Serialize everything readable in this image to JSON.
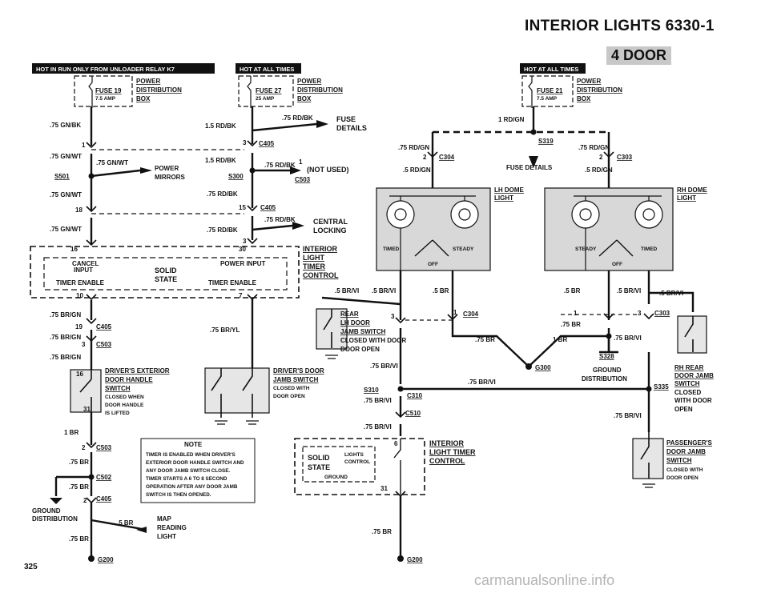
{
  "header": {
    "title": "INTERIOR LIGHTS 6330-1",
    "door": "4 DOOR",
    "page_number": "325",
    "watermark": "carmanualsonline.info"
  },
  "banners": [
    "HOT IN RUN ONLY FROM UNLOADER RELAY K7",
    "HOT AT ALL TIMES",
    "HOT AT ALL TIMES"
  ],
  "fuse_boxes": [
    {
      "fuse": "FUSE 19",
      "amp": "7.5 AMP",
      "l1": "POWER",
      "l2": "DISTRIBUTION",
      "l3": "BOX"
    },
    {
      "fuse": "FUSE 27",
      "amp": "25 AMP",
      "l1": "POWER",
      "l2": "DISTRIBUTION",
      "l3": "BOX"
    },
    {
      "fuse": "FUSE 21",
      "amp": "7.5 AMP",
      "l1": "POWER",
      "l2": "DISTRIBUTION",
      "l3": "BOX"
    }
  ],
  "wires": {
    "gn_bk": ".75 GN/BK",
    "gn_wt": ".75 GN/WT",
    "rd_bk15": "1.5 RD/BK",
    "rd_bk75": ".75 RD/BK",
    "rd_gn75": ".75 RD/GN",
    "rd_gn1": "1 RD/GN",
    "rd_gn5": ".5 RD/GN",
    "br_gn": ".75 BR/GN",
    "br_yl": ".75 BR/YL",
    "br_vi5": ".5 BR/VI",
    "br_vi75": ".75 BR/VI",
    "br5": ".5 BR",
    "br75": ".75 BR",
    "br1": "1 BR"
  },
  "connectors": {
    "c405": "C405",
    "c503": "C503",
    "c502": "C502",
    "c304": "C304",
    "c303": "C303",
    "s501": "S501",
    "s300": "S300",
    "s319": "S319",
    "s310": "S310",
    "s335": "S335",
    "s328": "S328",
    "g200": "G200",
    "g300": "G300",
    "c310": "C310",
    "c510": "C510"
  },
  "pins": {
    "p1": "1",
    "p2": "2",
    "p3": "3",
    "p15": "15",
    "p18": "18",
    "p19": "19",
    "p16": "16",
    "p31": "31",
    "p30": "30",
    "p7": "7",
    "p10": "10",
    "p6": "6"
  },
  "labels": {
    "fuse_details": "FUSE",
    "fuse_details2": "DETAILS",
    "fuse_details_full": "FUSE DETAILS",
    "power_mirrors1": "POWER",
    "power_mirrors2": "MIRRORS",
    "not_used": "(NOT USED)",
    "central1": "CENTRAL",
    "central2": "LOCKING",
    "timer1": "INTERIOR",
    "timer2": "LIGHT",
    "timer3": "TIMER",
    "timer4": "CONTROL",
    "cancel_input": "CANCEL",
    "cancel_input2": "INPUT",
    "power_input": "POWER INPUT",
    "solid": "SOLID",
    "state": "STATE",
    "timer_enable": "TIMER ENABLE",
    "rear_jamb": [
      "REAR",
      "LH DOOR",
      "JAMB SWITCH",
      "CLOSED WITH DOOR",
      "DOOR OPEN"
    ],
    "lh_dome": [
      "LH DOME",
      "LIGHT"
    ],
    "rh_dome": [
      "RH DOME",
      "LIGHT"
    ],
    "timed": "TIMED",
    "steady": "STEADY",
    "off": "OFF",
    "drv_ext": [
      "DRIVER'S EXTERIOR",
      "DOOR HANDLE",
      "SWITCH",
      "CLOSED WHEN",
      "DOOR HANDLE",
      "IS LIFTED"
    ],
    "drv_jamb": [
      "DRIVER'S DOOR",
      "JAMB SWITCH",
      "CLOSED WITH",
      "DOOR OPEN"
    ],
    "rh_rear": [
      "RH REAR",
      "DOOR JAMB",
      "SWITCH",
      "CLOSED",
      "WITH DOOR",
      "OPEN"
    ],
    "pass": [
      "PASSENGER'S",
      "DOOR JAMB",
      "SWITCH",
      "CLOSED WITH",
      "DOOR OPEN"
    ],
    "ground_dist": [
      "GROUND",
      "DISTRIBUTION"
    ],
    "map": [
      "MAP",
      "READING",
      "LIGHT"
    ],
    "ilt": [
      "INTERIOR",
      "LIGHT TIMER",
      "CONTROL"
    ],
    "lights": "LIGHTS",
    "control": "CONTROL",
    "ground": "GROUND",
    "note_title": "NOTE",
    "note_lines": [
      "TIMER IS ENABLED WHEN DRIVER'S",
      "EXTERIOR DOOR HANDLE SWITCH AND",
      "ANY DOOR JAMB SWITCH CLOSE.",
      "TIMER STARTS A 6 TO 8 SECOND",
      "OPERATION AFTER ANY DOOR JAMB",
      "SWITCH IS THEN OPENED."
    ]
  }
}
